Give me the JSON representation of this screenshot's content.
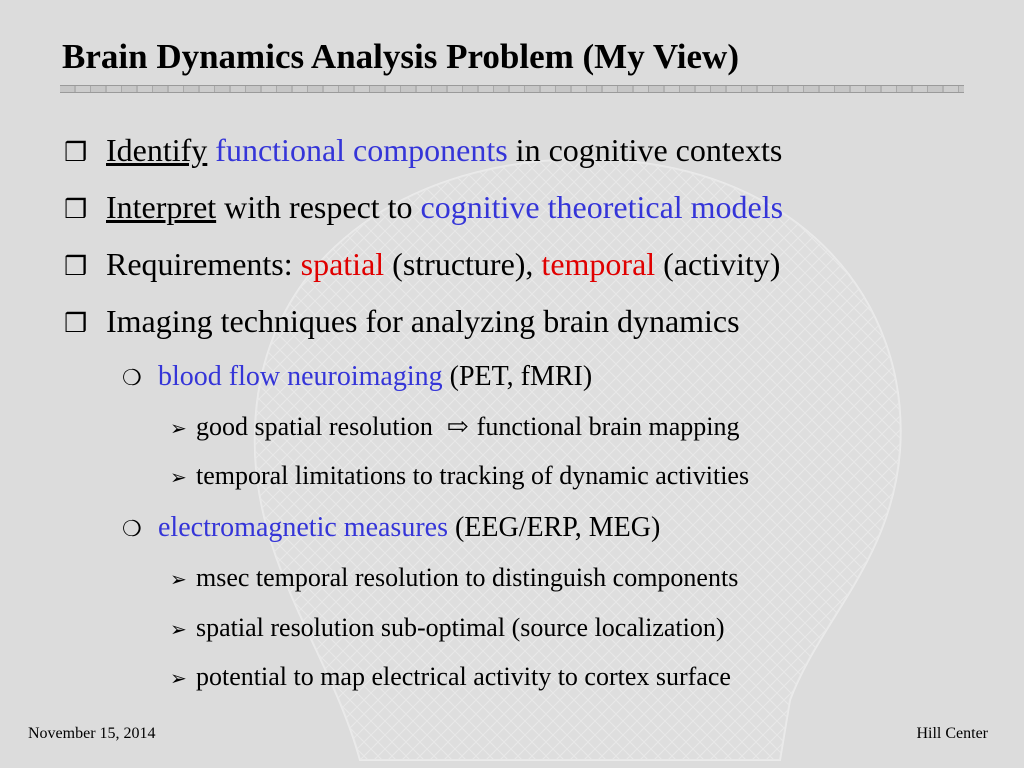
{
  "slide": {
    "title": "Brain Dynamics Analysis Problem (My View)",
    "footer_date": "November 15, 2014",
    "footer_org": "Hill Center"
  },
  "bullets": {
    "b1": {
      "a": "Identify",
      "b": "functional components",
      "c": " in cognitive contexts"
    },
    "b2": {
      "a": "Interpret",
      "b": " with respect to ",
      "c": "cognitive theoretical models"
    },
    "b3": {
      "a": "Requirements: ",
      "b": "spatial",
      "c": " (structure), ",
      "d": "temporal",
      "e": " (activity)"
    },
    "b4": {
      "a": "Imaging techniques for analyzing brain dynamics"
    },
    "s1": {
      "a": "blood flow neuroimaging",
      "b": " (PET, fMRI)"
    },
    "s1a": {
      "a": "good spatial resolution",
      "arrow": "⇨",
      "b": "functional brain mapping"
    },
    "s1b": {
      "a": "temporal limitations to tracking of dynamic activities"
    },
    "s2": {
      "a": "electromagnetic measures",
      "b": " (EEG/ERP, MEG)"
    },
    "s2a": {
      "a": "msec temporal resolution to distinguish components"
    },
    "s2b": {
      "a": "spatial resolution sub-optimal (source localization)"
    },
    "s2c": {
      "a": "potential to map electrical activity to cortex surface"
    }
  },
  "glyphs": {
    "square_bullet": "❒",
    "circle_bullet": "❍",
    "arrowhead_bullet": "➢"
  },
  "colors": {
    "background": "#dcdcdc",
    "accent_blue": "#3535d8",
    "accent_red": "#e00000"
  }
}
